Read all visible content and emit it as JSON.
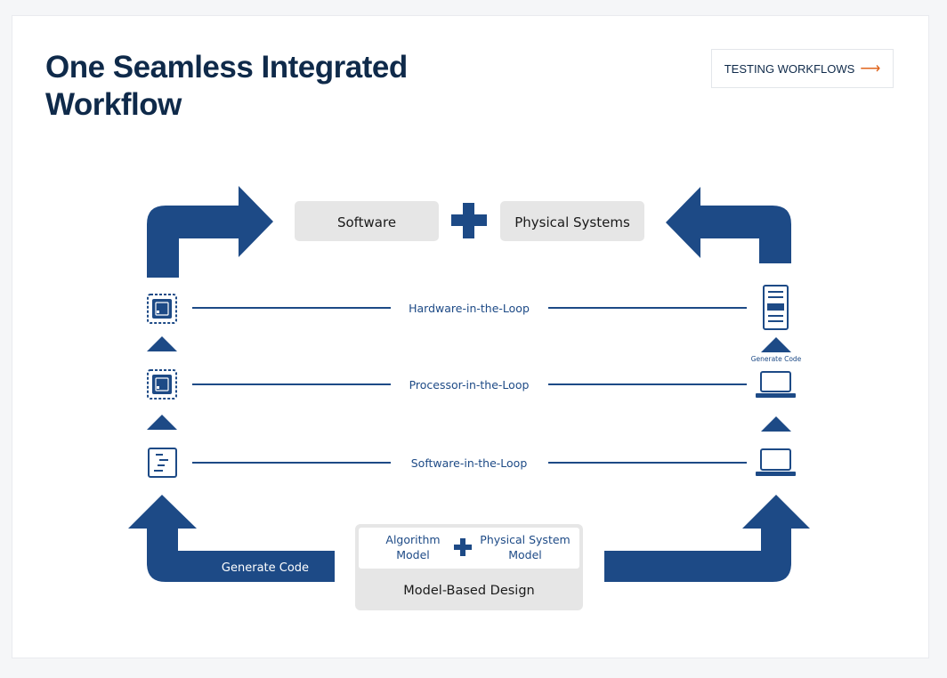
{
  "header": {
    "title": "One Seamless Integrated Workflow",
    "cta_label": "TESTING WORKFLOWS",
    "cta_arrow": "⟶"
  },
  "diagram": {
    "top_left_box": "Software",
    "top_right_box": "Physical Systems",
    "levels": [
      {
        "label": "Hardware-in-the-Loop",
        "left_icon": "chip-icon",
        "right_icon": "server-icon"
      },
      {
        "label": "Processor-in-the-Loop",
        "left_icon": "chip-icon",
        "right_icon": "laptop-icon"
      },
      {
        "label": "Software-in-the-Loop",
        "left_icon": "code-icon",
        "right_icon": "laptop-icon"
      }
    ],
    "bottom_left_label": "Generate Code",
    "right_small_label": "Generate Code",
    "mbd_left_line1": "Algorithm",
    "mbd_left_line2": "Model",
    "mbd_right_line1": "Physical System",
    "mbd_right_line2": "Model",
    "mbd_title": "Model-Based Design"
  },
  "colors": {
    "navy": "#1d4a86",
    "title": "#0f2a4a",
    "box_gray": "#e6e6e6",
    "accent": "#e0641c"
  }
}
